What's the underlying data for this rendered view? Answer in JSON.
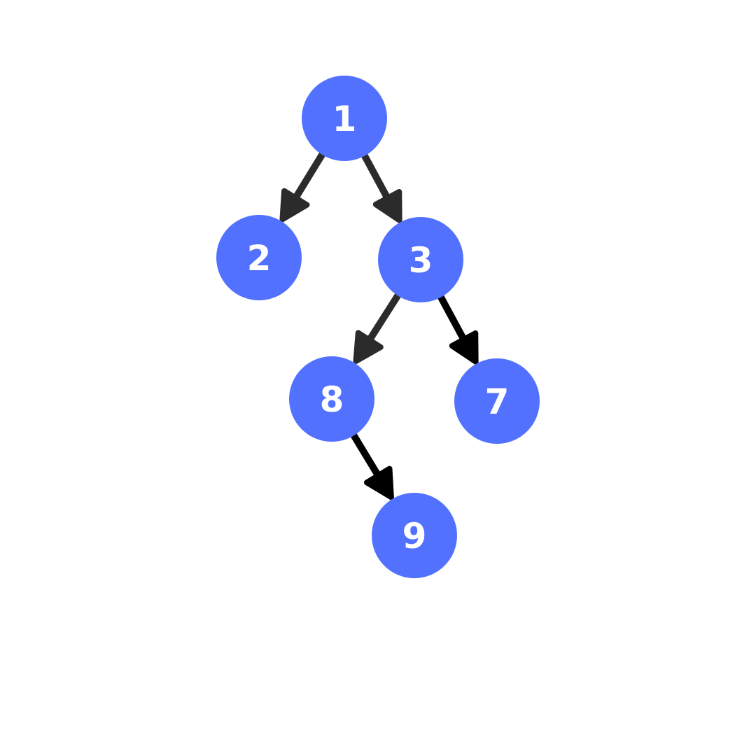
{
  "colors": {
    "node_fill": "#5271FF",
    "label": "#FFFFFF",
    "edge_dark": "#2B2B2B",
    "edge_black": "#000000"
  },
  "nodes": [
    {
      "id": "n1",
      "label": "1"
    },
    {
      "id": "n2",
      "label": "2"
    },
    {
      "id": "n3",
      "label": "3"
    },
    {
      "id": "n8",
      "label": "8"
    },
    {
      "id": "n7",
      "label": "7"
    },
    {
      "id": "n9",
      "label": "9"
    }
  ],
  "edges": [
    {
      "from": "n1",
      "to": "n2",
      "color": "edge_dark"
    },
    {
      "from": "n1",
      "to": "n3",
      "color": "edge_dark"
    },
    {
      "from": "n3",
      "to": "n8",
      "color": "edge_dark"
    },
    {
      "from": "n3",
      "to": "n7",
      "color": "edge_black"
    },
    {
      "from": "n8",
      "to": "n9",
      "color": "edge_black"
    }
  ]
}
